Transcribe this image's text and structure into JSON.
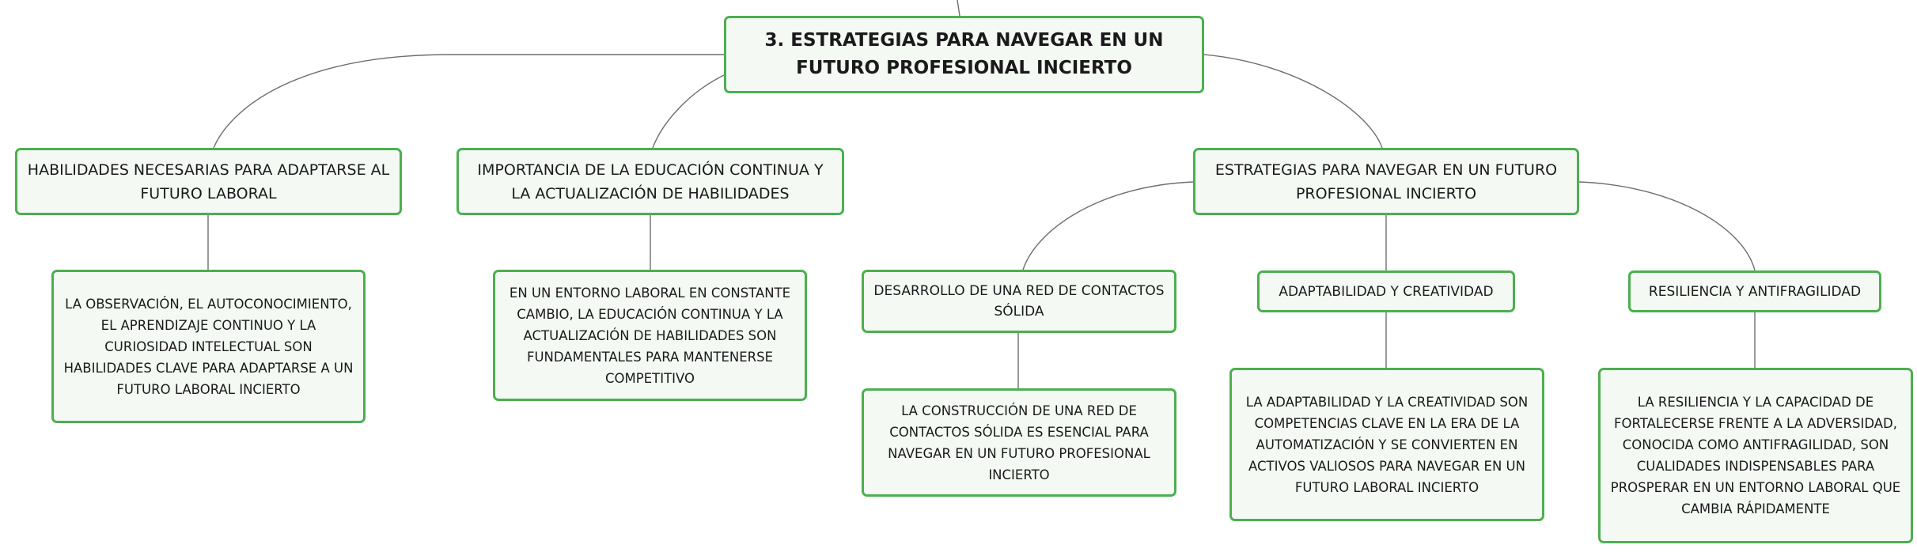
{
  "colors": {
    "node_border": "#4caf50",
    "node_fill": "#f4f9f4",
    "connector": "#6e6e6e"
  },
  "mindmap": {
    "root": {
      "label": "3. ESTRATEGIAS PARA NAVEGAR EN UN FUTURO PROFESIONAL INCIERTO"
    },
    "branches": [
      {
        "label": "HABILIDADES NECESARIAS PARA ADAPTARSE AL FUTURO LABORAL",
        "detail": "LA OBSERVACIÓN, EL AUTOCONOCIMIENTO, EL APRENDIZAJE CONTINUO Y LA CURIOSIDAD INTELECTUAL SON HABILIDADES CLAVE PARA ADAPTARSE A UN FUTURO LABORAL INCIERTO"
      },
      {
        "label": "IMPORTANCIA DE LA EDUCACIÓN CONTINUA Y LA ACTUALIZACIÓN DE HABILIDADES",
        "detail": "EN UN ENTORNO LABORAL EN CONSTANTE CAMBIO, LA EDUCACIÓN CONTINUA Y LA ACTUALIZACIÓN DE HABILIDADES SON FUNDAMENTALES PARA MANTENERSE COMPETITIVO"
      },
      {
        "label": "ESTRATEGIAS PARA NAVEGAR EN UN FUTURO PROFESIONAL INCIERTO",
        "children": [
          {
            "label": "DESARROLLO DE UNA RED DE CONTACTOS SÓLIDA",
            "detail": "LA CONSTRUCCIÓN DE UNA RED DE CONTACTOS SÓLIDA ES ESENCIAL PARA NAVEGAR EN UN FUTURO PROFESIONAL INCIERTO"
          },
          {
            "label": "ADAPTABILIDAD Y CREATIVIDAD",
            "detail": "LA ADAPTABILIDAD Y LA CREATIVIDAD SON COMPETENCIAS CLAVE EN LA ERA DE LA AUTOMATIZACIÓN Y SE CONVIERTEN EN ACTIVOS VALIOSOS PARA NAVEGAR EN UN FUTURO LABORAL INCIERTO"
          },
          {
            "label": "RESILIENCIA Y ANTIFRAGILIDAD",
            "detail": "LA RESILIENCIA Y LA CAPACIDAD DE FORTALECERSE FRENTE A LA ADVERSIDAD, CONOCIDA COMO ANTIFRAGILIDAD, SON CUALIDADES INDISPENSABLES PARA PROSPERAR EN UN ENTORNO LABORAL QUE CAMBIA RÁPIDAMENTE"
          }
        ]
      }
    ]
  }
}
